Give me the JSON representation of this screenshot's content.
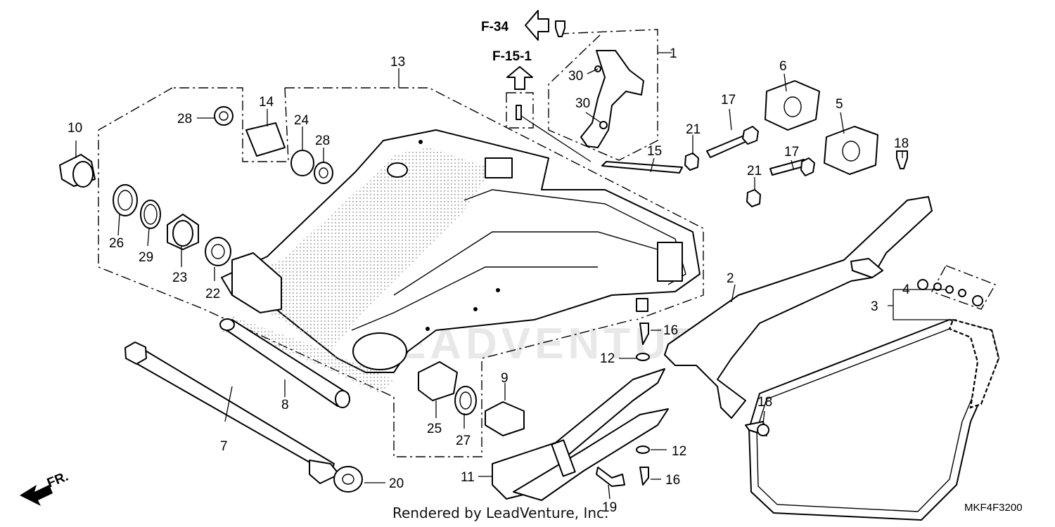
{
  "callouts": [
    {
      "n": "1"
    },
    {
      "n": "2"
    },
    {
      "n": "3"
    },
    {
      "n": "4"
    },
    {
      "n": "5"
    },
    {
      "n": "6"
    },
    {
      "n": "7"
    },
    {
      "n": "8"
    },
    {
      "n": "9"
    },
    {
      "n": "10"
    },
    {
      "n": "11"
    },
    {
      "n": "12"
    },
    {
      "n": "12"
    },
    {
      "n": "13"
    },
    {
      "n": "14"
    },
    {
      "n": "15"
    },
    {
      "n": "16"
    },
    {
      "n": "16"
    },
    {
      "n": "17"
    },
    {
      "n": "17"
    },
    {
      "n": "18"
    },
    {
      "n": "18"
    },
    {
      "n": "19"
    },
    {
      "n": "20"
    },
    {
      "n": "21"
    },
    {
      "n": "21"
    },
    {
      "n": "22"
    },
    {
      "n": "23"
    },
    {
      "n": "24"
    },
    {
      "n": "25"
    },
    {
      "n": "26"
    },
    {
      "n": "27"
    },
    {
      "n": "28"
    },
    {
      "n": "28"
    },
    {
      "n": "29"
    },
    {
      "n": "30"
    },
    {
      "n": "30"
    }
  ],
  "refs": {
    "f34": "F-34",
    "f151": "F-15-1"
  },
  "front_label": "FR.",
  "footer": "Rendered by LeadVenture, Inc.",
  "diagram_code": "MKF4F3200",
  "watermark": "LEADVENTURE",
  "colors": {
    "line": "#000000",
    "background": "#ffffff",
    "shade": "#9a9a9a"
  }
}
